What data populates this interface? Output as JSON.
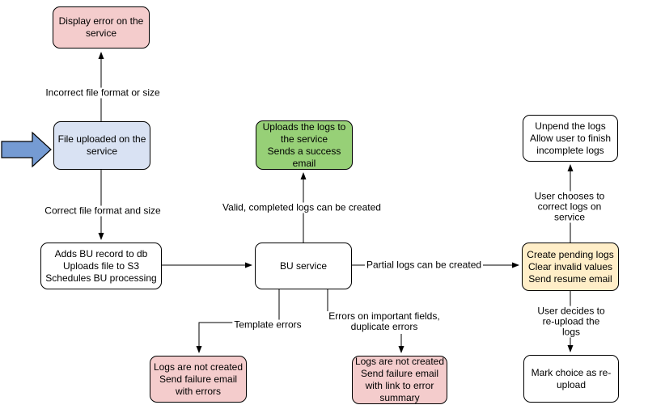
{
  "diagram": {
    "nodes": {
      "display_error": {
        "text": "Display error on the\nservice",
        "fill": "#f4cccc"
      },
      "file_uploaded": {
        "text": "File uploaded on the\nservice",
        "fill": "#d9e2f3"
      },
      "adds_bu": {
        "text": "Adds BU record to db\nUploads file to S3\nSchedules BU processing",
        "fill": "#ffffff"
      },
      "bu_service": {
        "text": "BU service",
        "fill": "#ffffff"
      },
      "success": {
        "text": "Uploads the logs to\nthe service\nSends a success\nemail",
        "fill": "#97d077"
      },
      "pending": {
        "text": "Create pending logs\nClear invalid values\nSend resume email",
        "fill": "#ffeec8"
      },
      "unpend": {
        "text": "Unpend the logs\nAllow user to finish\nincomplete logs",
        "fill": "#ffffff"
      },
      "mark_reupload": {
        "text": "Mark choice as re-\nupload",
        "fill": "#ffffff"
      },
      "fail_template": {
        "text": "Logs are not created\nSend failure email\nwith errors",
        "fill": "#f4cccc"
      },
      "fail_fields": {
        "text": "Logs are not created\nSend failure email\nwith link to error\nsummary",
        "fill": "#f4cccc"
      }
    },
    "edge_labels": {
      "incorrect": "Incorrect file format or size",
      "correct": "Correct file format and size",
      "valid": "Valid, completed logs can be created",
      "partial": "Partial logs can be created",
      "choose_correct": "User chooses to correct logs on service",
      "reupload": "User decides to re-upload the logs",
      "template_errors": "Template errors",
      "field_errors": "Errors on important fields,\nduplicate errors"
    },
    "colors": {
      "node_stroke": "#000000",
      "line": "#000000",
      "pink": "#f4cccc",
      "blue": "#d9e2f3",
      "green": "#97d077",
      "yellow": "#ffeec8",
      "white": "#ffffff",
      "block_arrow_fill": "#759bd3"
    }
  }
}
